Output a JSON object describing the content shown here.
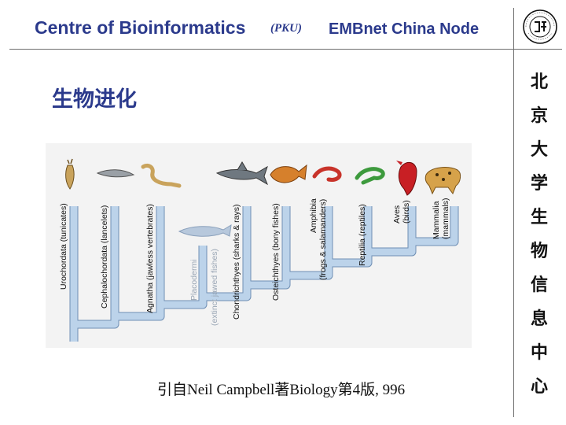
{
  "header": {
    "title": "Centre of Bioinformatics",
    "subtitle": "(PKU)",
    "node": "EMBnet China Node"
  },
  "slide": {
    "title": "生物进化",
    "side_text": [
      "北",
      "京",
      "大",
      "学",
      "生",
      "物",
      "信",
      "息",
      "中",
      "心"
    ]
  },
  "diagram": {
    "taxa": [
      {
        "label": "Urochordata (tunicates)",
        "extinct": false
      },
      {
        "label": "Cephalochordata (lancelets)",
        "extinct": false
      },
      {
        "label": "Agnatha (jawless vertebrates)",
        "extinct": false
      },
      {
        "label": "Placodermi",
        "extinct": true
      },
      {
        "label": "(extinct jawed fishes)",
        "extinct": true
      },
      {
        "label": "Chondrichthyes (sharks & rays)",
        "extinct": false
      },
      {
        "label": "Osteichthyes (bony fishes)",
        "extinct": false
      },
      {
        "label": "Amphibia",
        "extinct": false
      },
      {
        "label": "(frogs & salamanders)",
        "extinct": false
      },
      {
        "label": "Reptilia (reptiles)",
        "extinct": false
      },
      {
        "label": "Aves",
        "extinct": false
      },
      {
        "label": "(birds)",
        "extinct": false
      },
      {
        "label": "Mammalia",
        "extinct": false
      },
      {
        "label": "(mammals)",
        "extinct": false
      }
    ],
    "colors": {
      "branch": "#bcd3ea",
      "branch_edge": "#6f8fb4",
      "extinct_text": "#9aa6b5"
    }
  },
  "caption": "引自Neil Campbell著Biology第4版, 996",
  "seal": {
    "text": "PEKING UNIVERSITY · CENTRE OF BIOINFORMATICS"
  }
}
